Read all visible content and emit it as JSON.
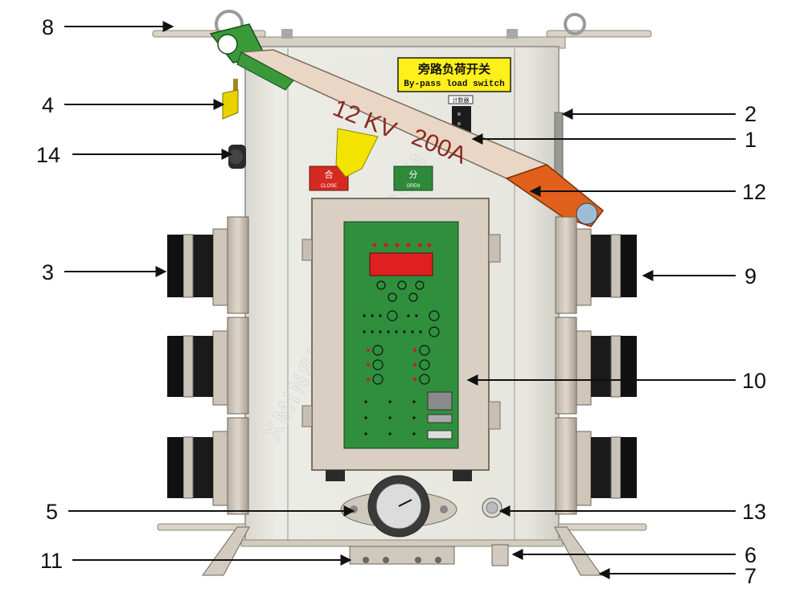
{
  "diagram": {
    "nameplate": {
      "chinese": "旁路负荷开关",
      "english": "By-pass load switch"
    },
    "handle_text": {
      "voltage": "12 KV",
      "current": "200A"
    },
    "buttons": {
      "close": {
        "chinese": "合",
        "english": "CLOSE",
        "color": "#d42a22"
      },
      "open": {
        "chinese": "分",
        "english": "OPEN",
        "color": "#2e8a3a"
      }
    },
    "counter_label": "计数器",
    "watermark": "XMINSHENGDIAN.COM",
    "callouts": [
      {
        "id": "1",
        "label": "1"
      },
      {
        "id": "2",
        "label": "2"
      },
      {
        "id": "3",
        "label": "3"
      },
      {
        "id": "4",
        "label": "4"
      },
      {
        "id": "5",
        "label": "5"
      },
      {
        "id": "6",
        "label": "6"
      },
      {
        "id": "7",
        "label": "7"
      },
      {
        "id": "8",
        "label": "8"
      },
      {
        "id": "9",
        "label": "9"
      },
      {
        "id": "10",
        "label": "10"
      },
      {
        "id": "11",
        "label": "11"
      },
      {
        "id": "12",
        "label": "12"
      },
      {
        "id": "13",
        "label": "13"
      },
      {
        "id": "14",
        "label": "14"
      }
    ],
    "colors": {
      "body": "#e6e6df",
      "panel_green": "#2f8f3d",
      "display_red": "#e02020",
      "handle_green": "#3a9a3a",
      "handle_orange": "#e0601c",
      "handle_beige": "#e9d6c4",
      "nameplate_yellow": "#ffef1a"
    }
  }
}
